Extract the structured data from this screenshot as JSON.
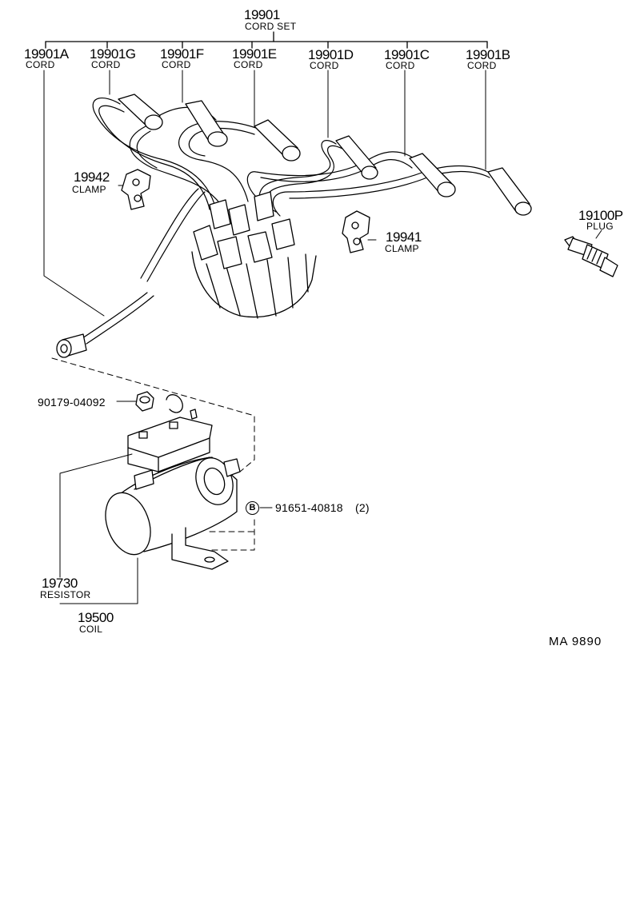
{
  "cord_set": {
    "part_no": "19901",
    "name": "CORD SET"
  },
  "cords": [
    {
      "part_no": "19901A",
      "name": "CORD"
    },
    {
      "part_no": "19901G",
      "name": "CORD"
    },
    {
      "part_no": "19901F",
      "name": "CORD"
    },
    {
      "part_no": "19901E",
      "name": "CORD"
    },
    {
      "part_no": "19901D",
      "name": "CORD"
    },
    {
      "part_no": "19901C",
      "name": "CORD"
    },
    {
      "part_no": "19901B",
      "name": "CORD"
    }
  ],
  "clamp_1": {
    "part_no": "19942",
    "name": "CLAMP"
  },
  "clamp_2": {
    "part_no": "19941",
    "name": "CLAMP"
  },
  "plug": {
    "part_no": "19100P",
    "name": "PLUG"
  },
  "nut": {
    "part_no": "90179-04092"
  },
  "bolt": {
    "badge": "B",
    "part_no": "91651-40818",
    "qty": "(2)"
  },
  "resistor": {
    "part_no": "19730",
    "name": "RESISTOR"
  },
  "coil": {
    "part_no": "19500",
    "name": "COIL"
  },
  "diagram_ref": {
    "text": "MA  9890"
  }
}
